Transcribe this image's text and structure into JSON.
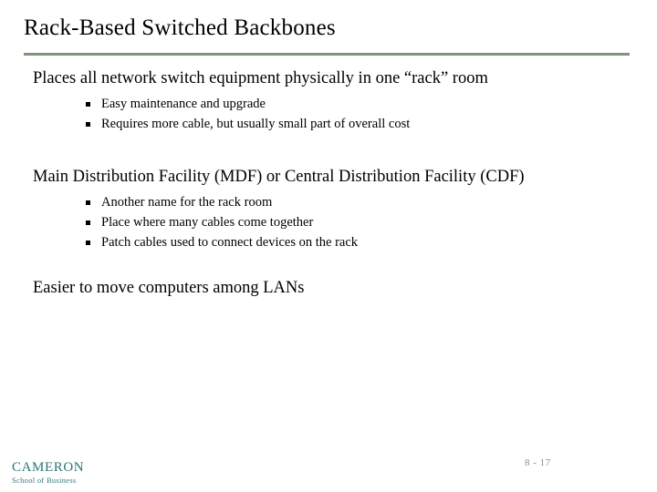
{
  "slide": {
    "title": "Rack-Based Switched Backbones",
    "page_number": "8 - 17",
    "accent_rule_color": "#7f9478",
    "logo": {
      "name": "cameron-school-of-business-logo",
      "main": "CAMERON",
      "sub": "School of Business",
      "color": "#1c6a6e"
    },
    "blocks": [
      {
        "heading": "Places all network switch equipment physically in one “rack” room",
        "bullets": [
          "Easy maintenance and upgrade",
          "Requires more cable, but usually small part of overall cost"
        ]
      },
      {
        "heading": "Main Distribution Facility (MDF) or Central Distribution Facility (CDF)",
        "bullets": [
          "Another name for the rack room",
          "Place where many cables come together",
          "Patch cables used to connect devices on the rack"
        ]
      },
      {
        "heading": "Easier to move computers among LANs",
        "bullets": []
      }
    ]
  }
}
